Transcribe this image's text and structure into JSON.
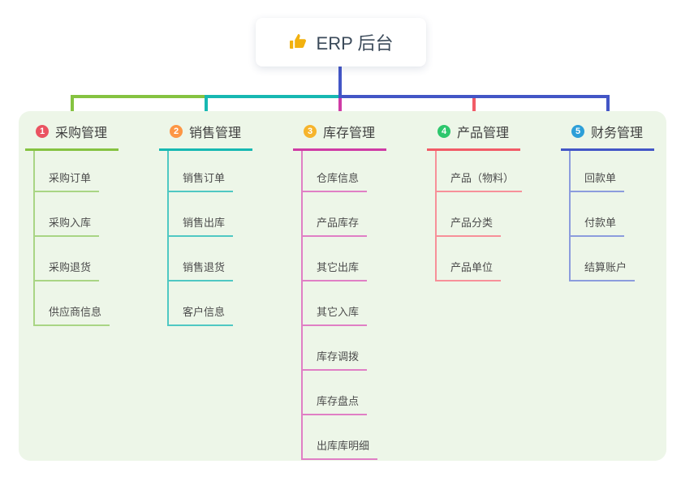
{
  "root": {
    "icon": "thumbs-up-icon",
    "label": "ERP 后台"
  },
  "palette": {
    "canvas_bg": "#ffffff",
    "panel_bg": "#edf6e8",
    "root_text": "#3b4a5a",
    "root_connector": "#4356c6",
    "thumb_icon": "#f2b10f",
    "header_text": "#3f3f3f",
    "child_text": "#4c4c4c"
  },
  "branches": [
    {
      "index": "1",
      "label": "采购管理",
      "color": "#85c341",
      "light": "#a9d584",
      "badge": "#ea5361",
      "children": [
        "采购订单",
        "采购入库",
        "采购退货",
        "供应商信息"
      ]
    },
    {
      "index": "2",
      "label": "销售管理",
      "color": "#17b8b2",
      "light": "#4fc8c3",
      "badge": "#fd9644",
      "children": [
        "销售订单",
        "销售出库",
        "销售退货",
        "客户信息"
      ]
    },
    {
      "index": "3",
      "label": "库存管理",
      "color": "#cf3ba5",
      "light": "#e07fc5",
      "badge": "#f6b42c",
      "children": [
        "仓库信息",
        "产品库存",
        "其它出库",
        "其它入库",
        "库存调拨",
        "库存盘点",
        "出库库明细"
      ]
    },
    {
      "index": "4",
      "label": "产品管理",
      "color": "#f25c67",
      "light": "#f79099",
      "badge": "#2dc76d",
      "children": [
        "产品（物料）",
        "产品分类",
        "产品单位"
      ]
    },
    {
      "index": "5",
      "label": "财务管理",
      "color": "#4356c6",
      "light": "#8c9cdd",
      "badge": "#2d9fd8",
      "children": [
        "回款单",
        "付款单",
        "结算账户"
      ]
    }
  ]
}
